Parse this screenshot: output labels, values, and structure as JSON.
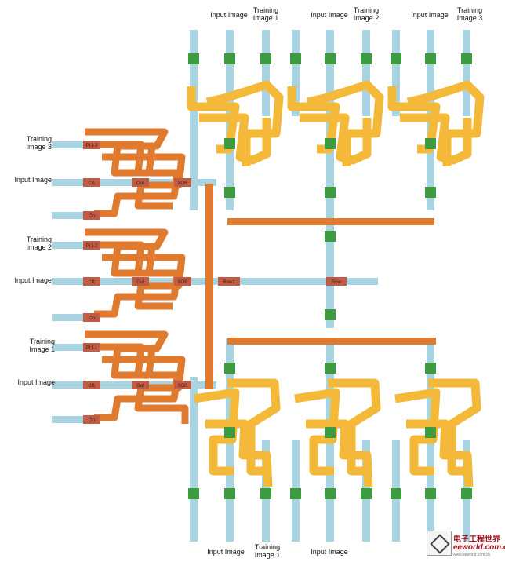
{
  "top_labels": [
    {
      "id": "a",
      "text": "Input Image"
    },
    {
      "id": "b",
      "text": "Training\nImage 1"
    },
    {
      "id": "c",
      "text": "Input Image"
    },
    {
      "id": "d",
      "text": "Training\nImage 2"
    },
    {
      "id": "e",
      "text": "Input Image"
    },
    {
      "id": "f",
      "text": "Training\nImage 3"
    }
  ],
  "left_labels": [
    {
      "id": "a",
      "text": "Training\nImage 3"
    },
    {
      "id": "b",
      "text": "Input Image"
    },
    {
      "id": "c",
      "text": "Training\nImage 2"
    },
    {
      "id": "d",
      "text": "Input Image"
    },
    {
      "id": "e",
      "text": "Training\nImage 1"
    },
    {
      "id": "f",
      "text": "Input Image"
    }
  ],
  "bottom_labels": [
    {
      "id": "a",
      "text": "Input Image"
    },
    {
      "id": "b",
      "text": "Training\nImage 1"
    },
    {
      "id": "c",
      "text": "Input Image"
    }
  ],
  "left_block_tags": {
    "block3": [
      "PI1-3",
      "Cl1",
      "Out",
      "XOR",
      "On"
    ],
    "block2": [
      "PI1-2",
      "Cl1",
      "Out",
      "XOR",
      "On"
    ],
    "block1": [
      "PI1-1",
      "Cl1",
      "Out",
      "XOR",
      "On"
    ]
  },
  "center_tags": {
    "row1": "Row1",
    "row": "Row"
  },
  "watermark": {
    "cn": "电子工程世界",
    "en": "eeworld.com.cn",
    "sub": "www.eeworld.com.cn"
  },
  "colors": {
    "wire": "#a8d4e2",
    "orange": "#e07a2e",
    "yellow": "#f5b93a",
    "green": "#3e9b3f",
    "tag": "#c05c45"
  }
}
